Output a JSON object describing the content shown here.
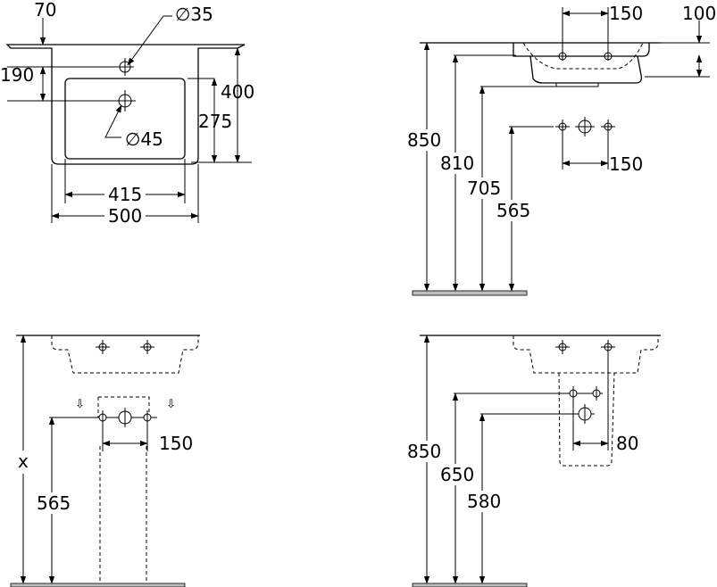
{
  "colors": {
    "line": "#000000",
    "background": "#ffffff",
    "floor_fill": "#bdbdbd"
  },
  "plan_view": {
    "dim_tap_offset": "70",
    "dim_tap_hole": "∅35",
    "dim_tap_depth": "190",
    "dim_waste_hole": "∅45",
    "dim_depth_total": "400",
    "dim_bowl_depth": "275",
    "dim_bowl_width": "415",
    "dim_overall_width": "500"
  },
  "side_view": {
    "dim_tap_spacing": "150",
    "dim_rim_height": "100",
    "dim_height_top": "850",
    "dim_height_underside": "810",
    "dim_height_outlet": "705",
    "dim_height_supply": "565",
    "dim_supply_spacing": "150"
  },
  "pedestal_view": {
    "dim_height_variable": "x",
    "dim_height_supply": "565",
    "dim_supply_spacing": "150",
    "arrow_glyph": "⇩"
  },
  "semi_pedestal_view": {
    "dim_height_top": "850",
    "dim_height_supply": "650",
    "dim_height_waste": "580",
    "dim_waste_offset": "80"
  }
}
